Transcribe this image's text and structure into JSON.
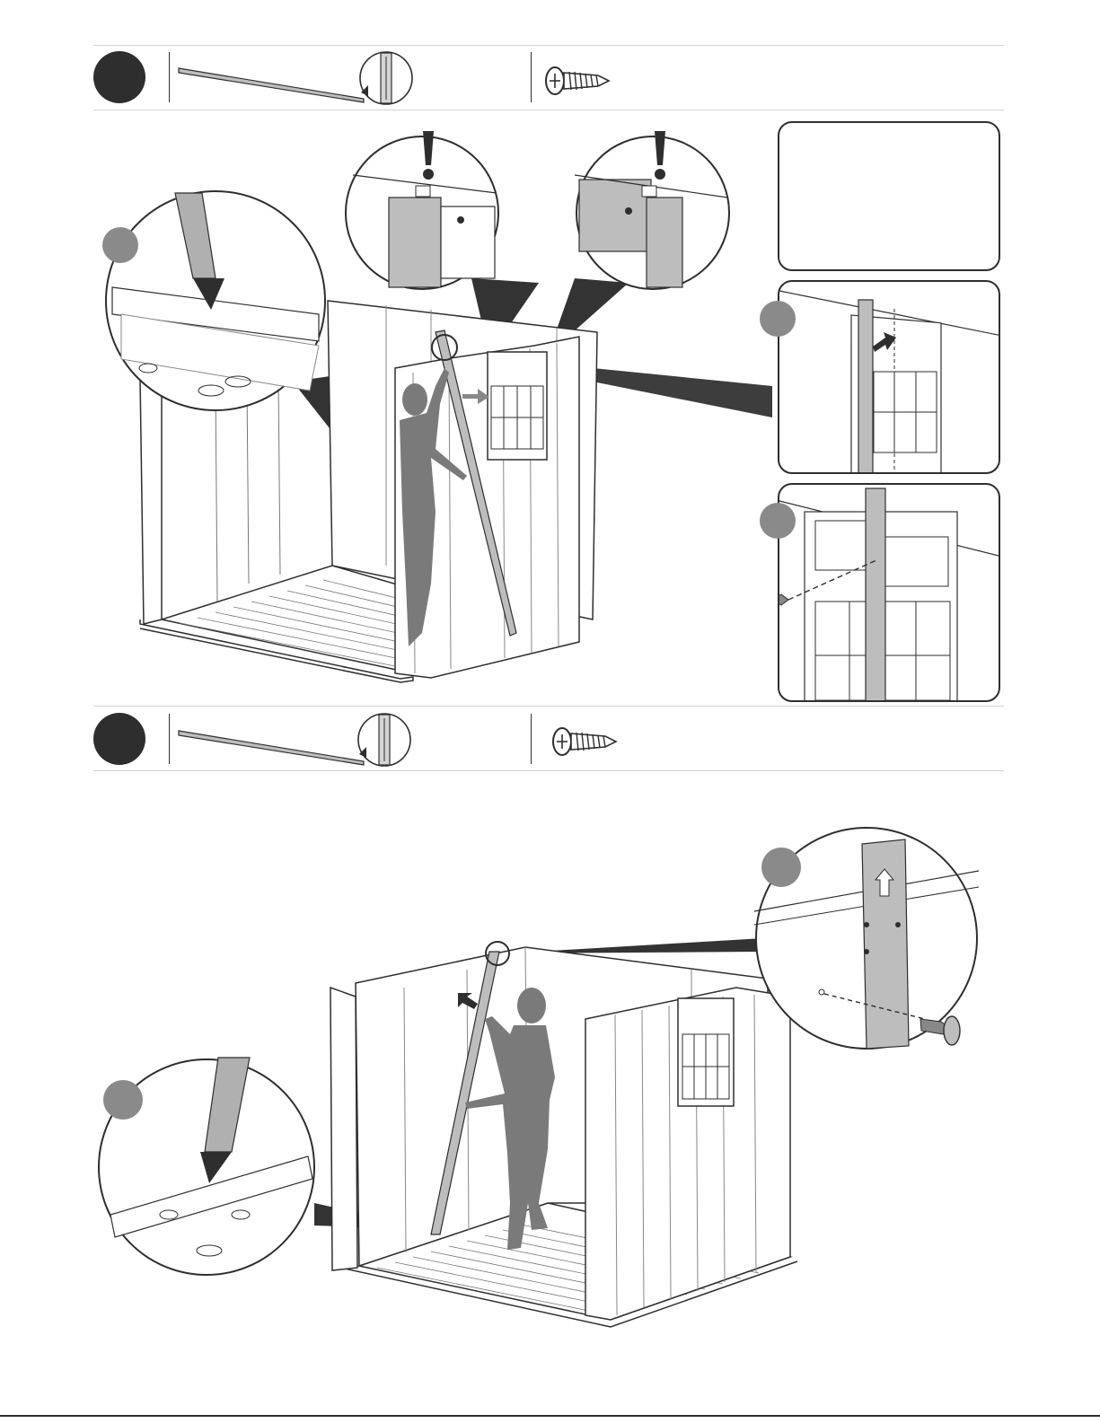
{
  "document": {
    "type": "assembly-instruction-page",
    "steps": [
      {
        "parts": [
          "long-profile-icon",
          "profile-detail-icon",
          "screw-icon"
        ],
        "detail_views": [
          "floor-insert-detail",
          "left-connector-warning",
          "right-connector-warning",
          "panel-top-view",
          "screw-fixing-view"
        ]
      },
      {
        "parts": [
          "long-profile-icon",
          "profile-detail-icon",
          "screw-icon"
        ],
        "detail_views": [
          "floor-insert-detail",
          "top-screw-detail"
        ]
      }
    ]
  },
  "colors": {
    "line": "#2e2e2e",
    "badge": "#2e2e2e",
    "callout": "#8a8a8a",
    "figure": "#7a7a7a",
    "rule": "#d4d4d4"
  }
}
